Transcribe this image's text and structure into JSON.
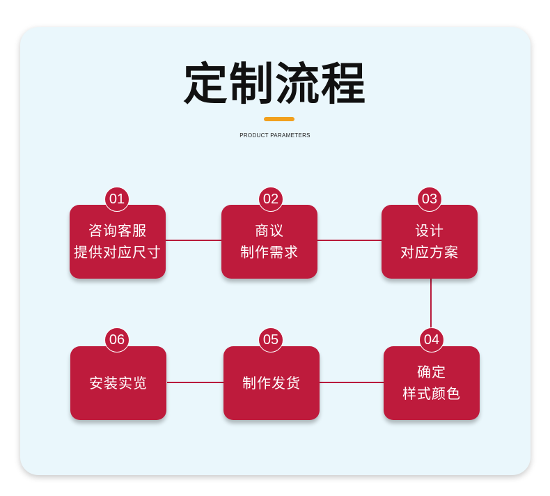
{
  "title": "定制流程",
  "subtitle": "PRODUCT PARAMETERS",
  "colors": {
    "accent": "#f2a01e",
    "box": "#be1b3c",
    "background": "#eaf7fc"
  },
  "steps": [
    {
      "num": "01",
      "line1": "咨询客服",
      "line2": "提供对应尺寸"
    },
    {
      "num": "02",
      "line1": "商议",
      "line2": "制作需求"
    },
    {
      "num": "03",
      "line1": "设计",
      "line2": "对应方案"
    },
    {
      "num": "04",
      "line1": "确定",
      "line2": "样式颜色"
    },
    {
      "num": "05",
      "line1": "制作发货",
      "line2": ""
    },
    {
      "num": "06",
      "line1": "安装实览",
      "line2": ""
    }
  ]
}
